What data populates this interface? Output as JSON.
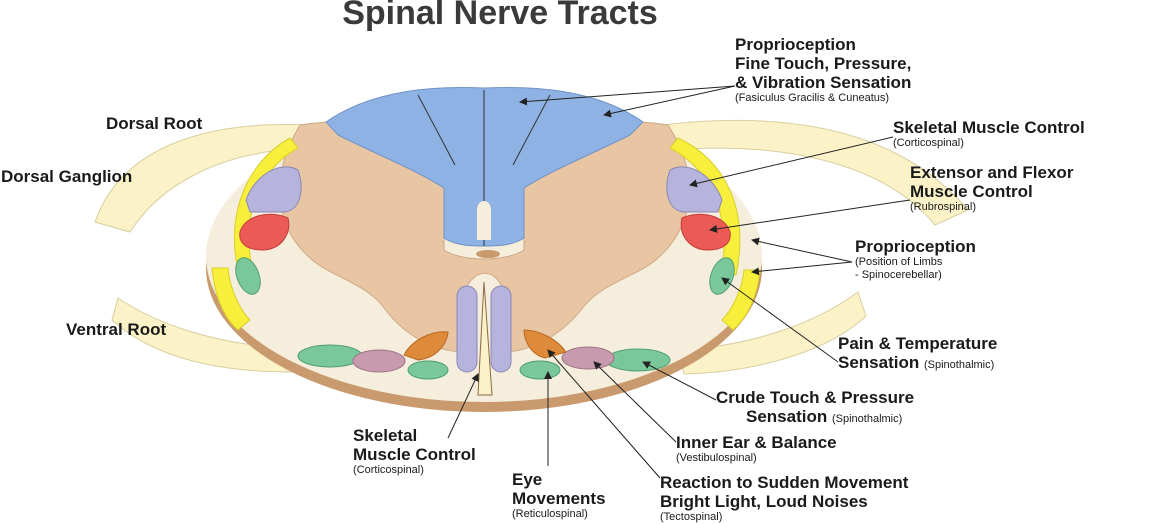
{
  "title": "Spinal Nerve Tracts",
  "left_labels": {
    "dorsal_root": "Dorsal Root",
    "dorsal_ganglion": "Dorsal Ganglion",
    "ventral_root": "Ventral Root"
  },
  "tracts": {
    "fasciculus": {
      "line1": "Proprioception",
      "line2": "Fine Touch, Pressure,",
      "line3": "& Vibration Sensation",
      "sub": "(Fasiculus Gracilis & Cuneatus)"
    },
    "lateral_corticospinal": {
      "line1": "Skeletal Muscle Control",
      "sub": "(Corticospinal)"
    },
    "rubrospinal": {
      "line1": "Extensor and Flexor",
      "line2": "Muscle Control",
      "sub": "(Rubrospinal)"
    },
    "spinocerebellar": {
      "line1": "Proprioception",
      "sub1": "(Position of Limbs",
      "sub2": "- Spinocerebellar)"
    },
    "lateral_spinothalamic": {
      "line1": "Pain & Temperature",
      "line2": "Sensation",
      "sub": "(Spinothalmic)"
    },
    "anterior_spinothalamic": {
      "line1": "Crude Touch & Pressure",
      "line2": "Sensation",
      "sub": "(Spinothalmic)"
    },
    "vestibulospinal": {
      "line1": "Inner Ear & Balance",
      "sub": "(Vestibulospinal)"
    },
    "tectospinal": {
      "line1": "Reaction to Sudden Movement",
      "line2": "Bright Light, Loud Noises",
      "sub": "(Tectospinal)"
    },
    "reticulospinal": {
      "line1": "Eye",
      "line2": "Movements",
      "sub": "(Reticulospinal)"
    },
    "anterior_corticospinal": {
      "line1": "Skeletal",
      "line2": "Muscle Control",
      "sub": "(Corticospinal)"
    }
  },
  "colors": {
    "dorsal_column": "#8db2e3",
    "grey_matter": "#e8c6a4",
    "white_matter": "#f6eedc",
    "outer_rim": "#c99a6e",
    "root": "#fbf2c8",
    "spinocerebellar": "#f7ef3c",
    "corticospinal": "#b6b3dc",
    "rubrospinal": "#ec5a55",
    "spinothalamic": "#79c79a",
    "tectospinal": "#dd8a3a",
    "vestibulospinal": "#c79aad"
  }
}
